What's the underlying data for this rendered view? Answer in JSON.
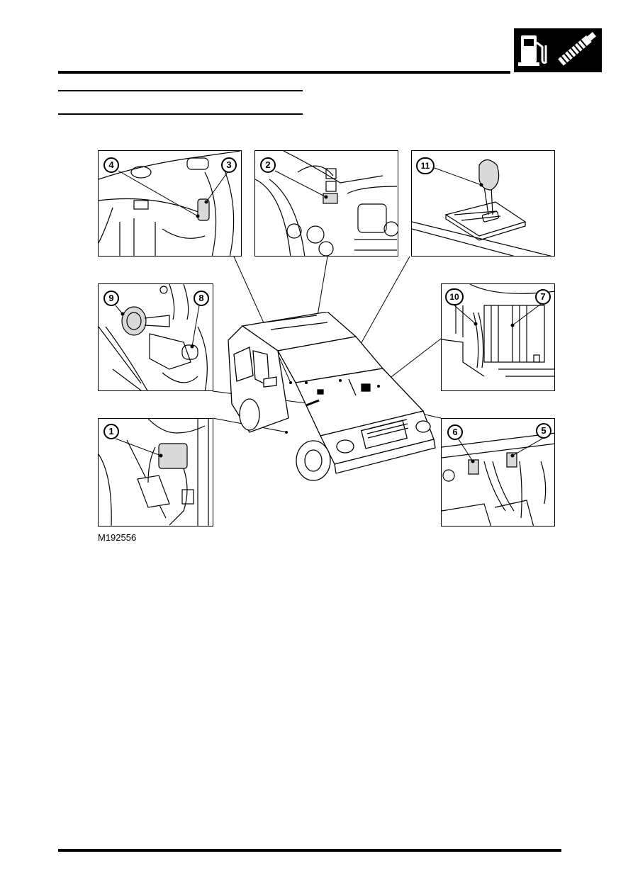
{
  "header": {
    "section_icon": "fuel-pump-and-exhaust-icon"
  },
  "figure": {
    "id": "M192556",
    "callouts": {
      "c1": "1",
      "c2": "2",
      "c3": "3",
      "c4": "4",
      "c5": "5",
      "c6": "6",
      "c7": "7",
      "c8": "8",
      "c9": "9",
      "c10": "10",
      "c11": "11"
    }
  },
  "colors": {
    "ink": "#000000",
    "paper": "#ffffff",
    "fill_gray": "#d9d9d9"
  }
}
